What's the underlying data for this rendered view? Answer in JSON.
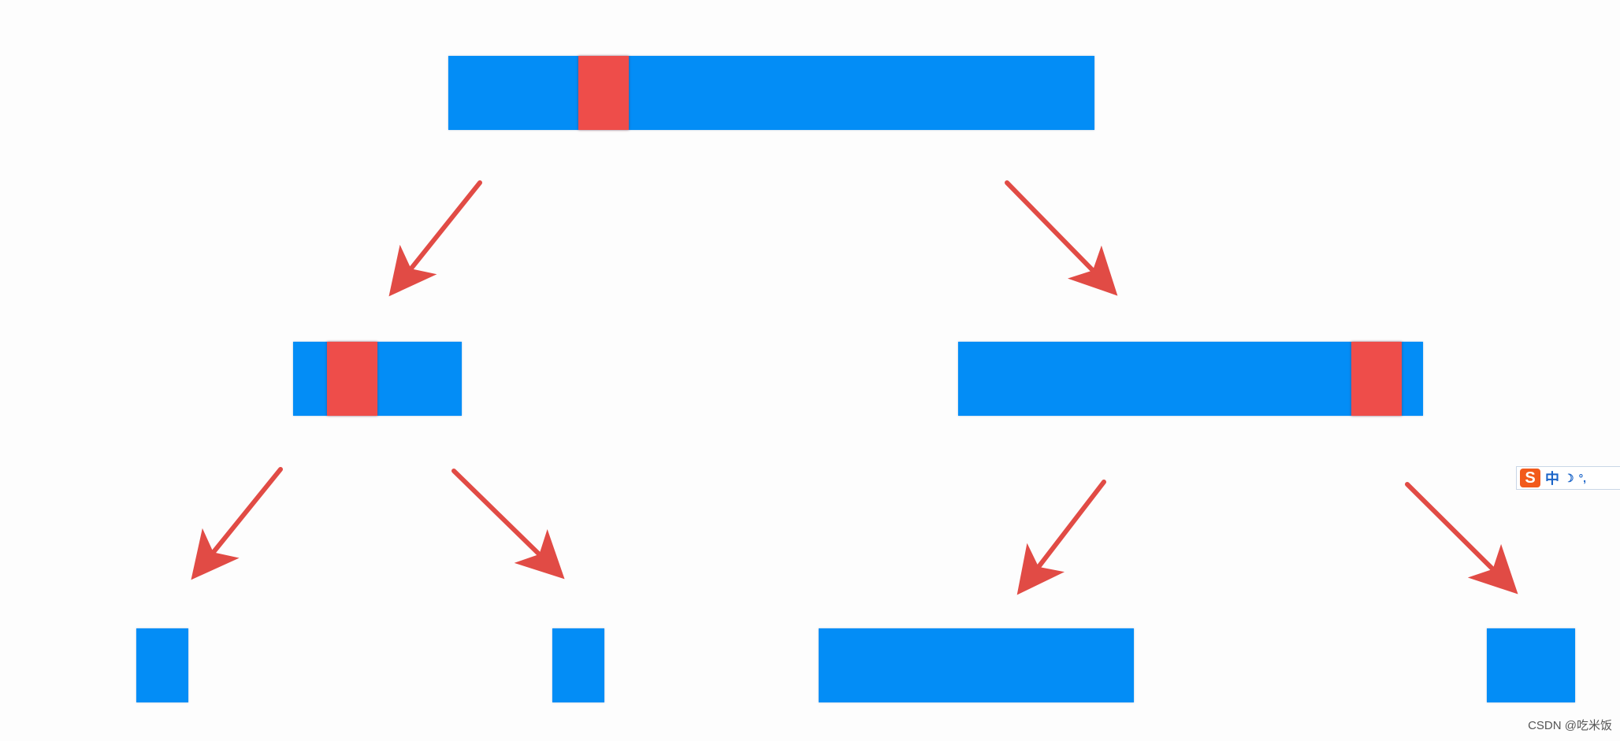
{
  "colors": {
    "segment": "#038df6",
    "pivot": "#ee4d4a",
    "arrow": "#e14b45",
    "ime_logo": "#f25a1c",
    "ime_text": "#1a64c8"
  },
  "tree": {
    "root": {
      "length": 820,
      "pivot_position": 0.24
    },
    "level2": [
      {
        "length": 214,
        "pivot_position": 0.35
      },
      {
        "length": 590,
        "pivot_position": 0.9
      }
    ],
    "level3": [
      {
        "length": 66
      },
      {
        "length": 66
      },
      {
        "length": 400
      },
      {
        "length": 112
      }
    ]
  },
  "ime_toolbar": {
    "logo": "S",
    "mode": "中",
    "moon_icon": "☽",
    "punct_icon": "°,"
  },
  "watermark": {
    "text": "CSDN @吃米饭"
  }
}
